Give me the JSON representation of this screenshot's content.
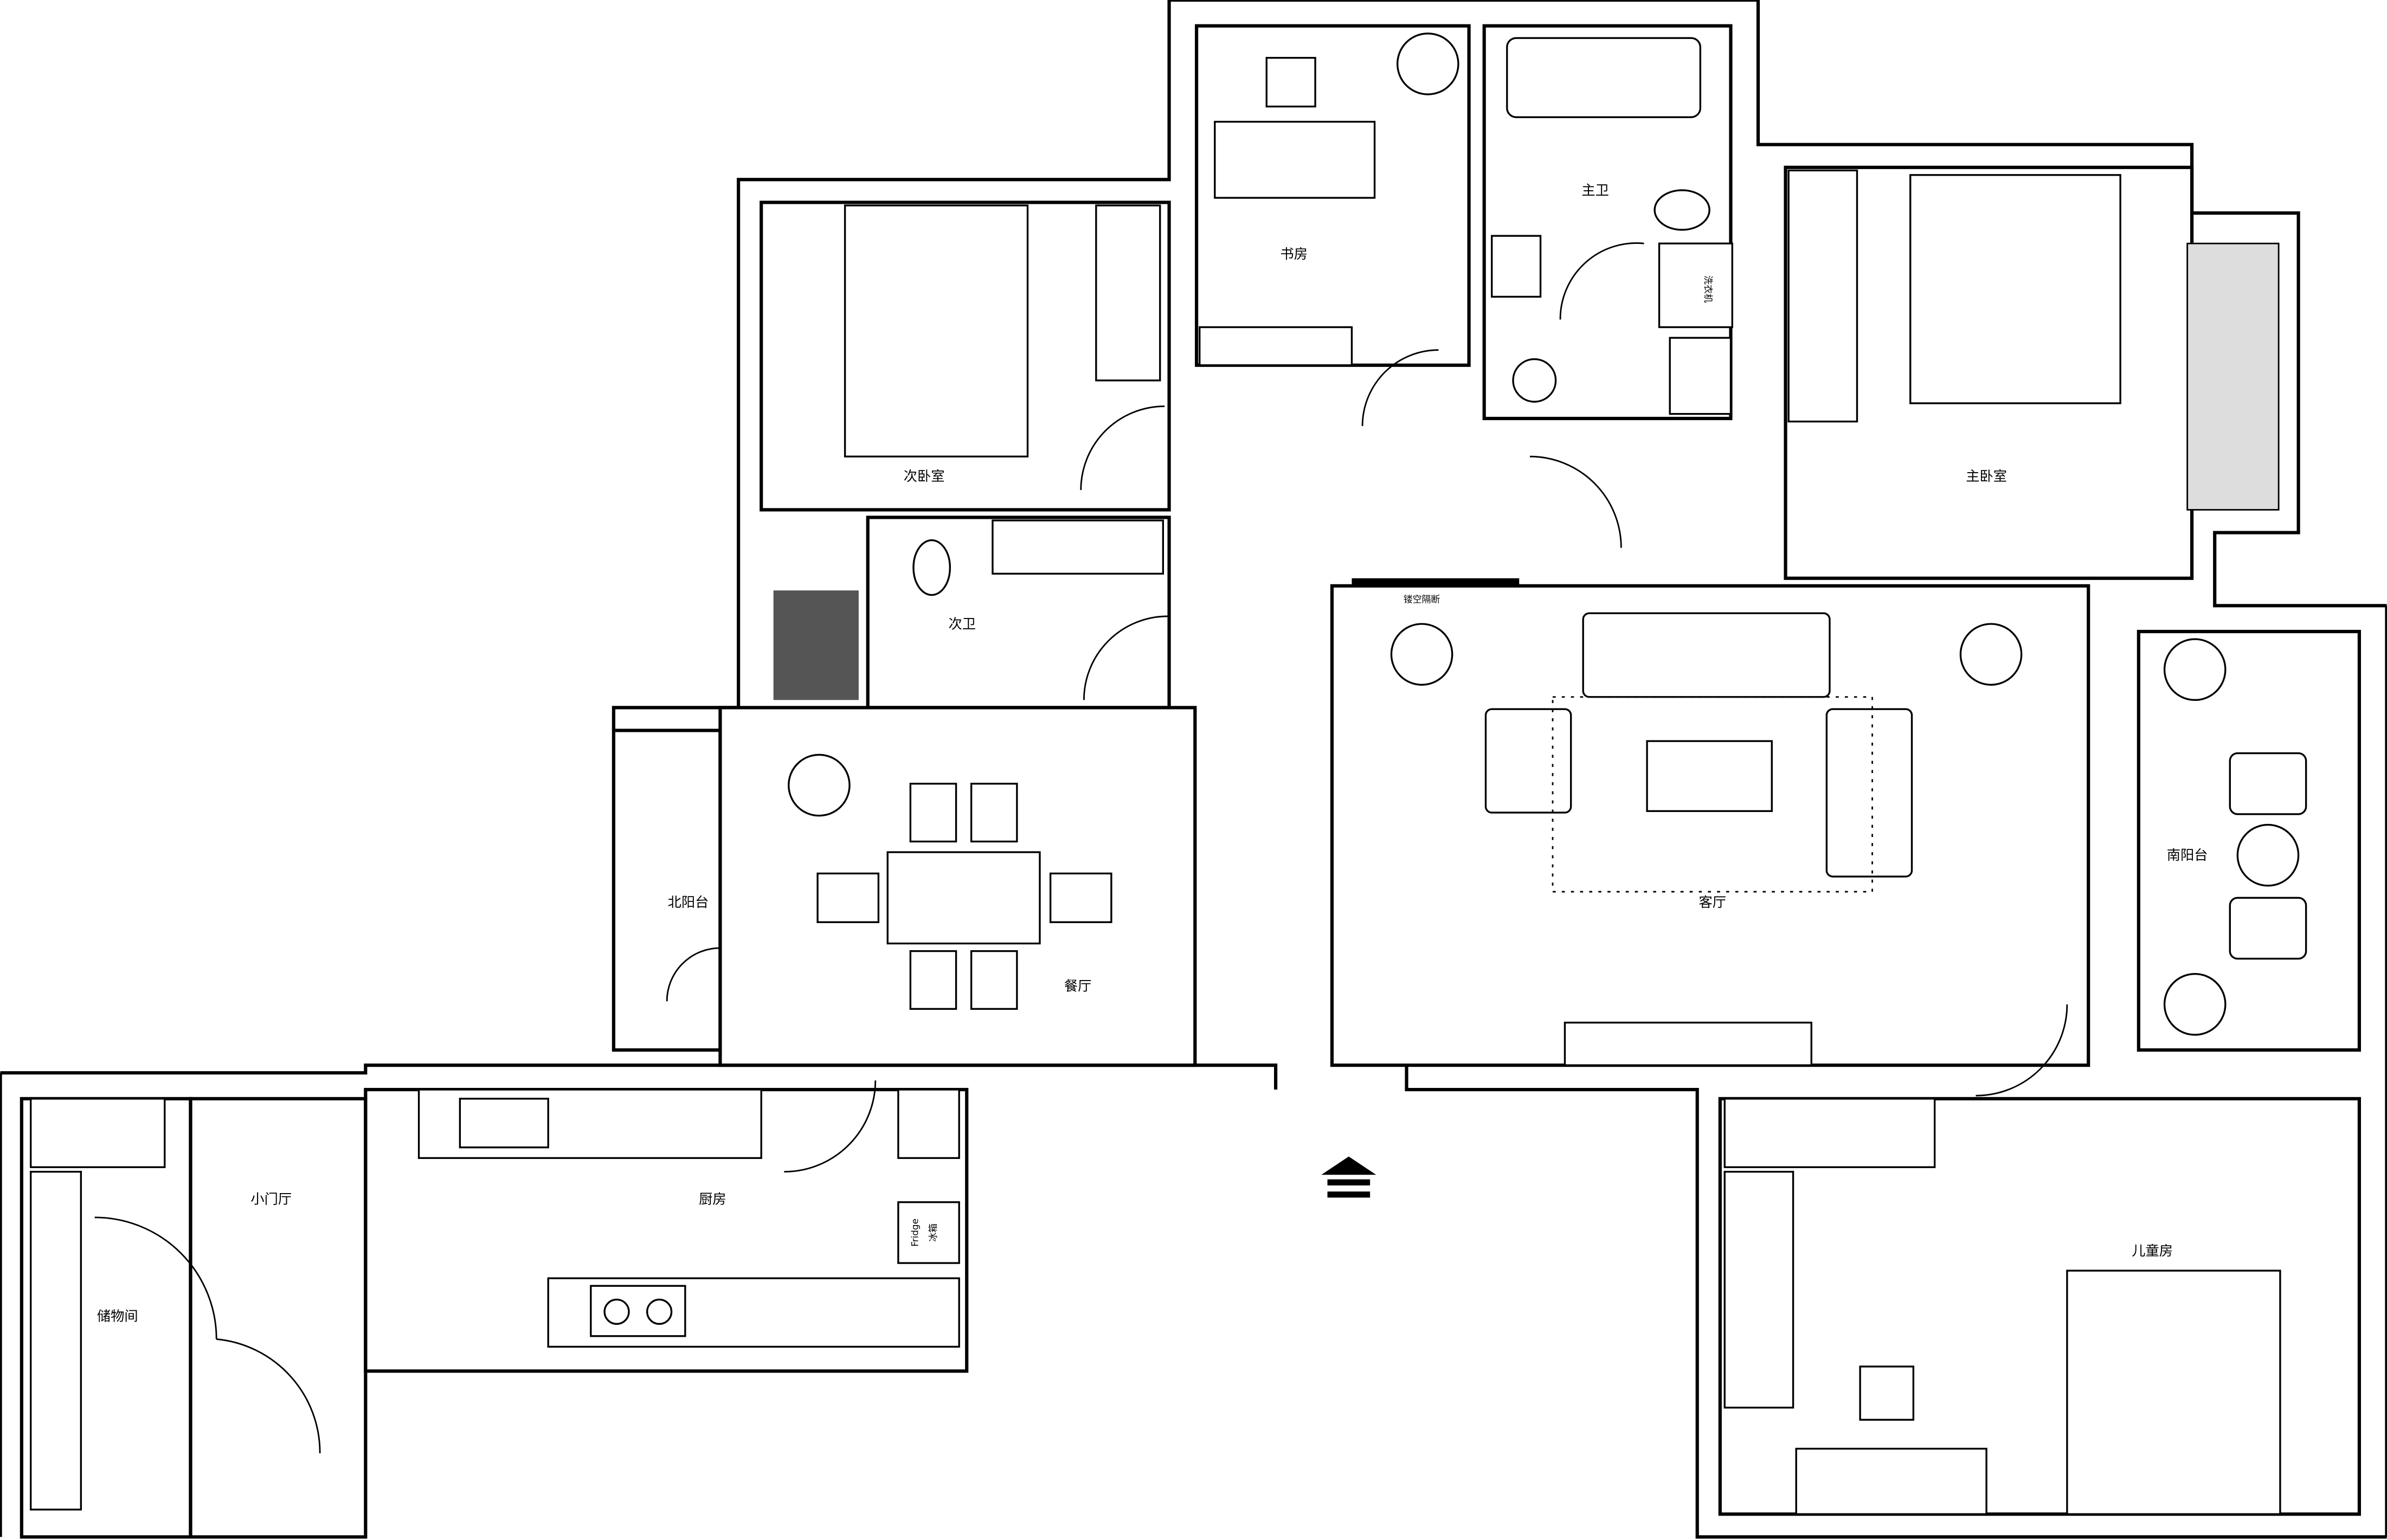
{
  "plan": {
    "rooms": {
      "study": "书房",
      "master_bath": "主卫",
      "master_bedroom": "主卧室",
      "second_bedroom": "次卧室",
      "second_bath": "次卫",
      "partition": "镂空隔断",
      "living_room": "客厅",
      "south_balcony": "南阳台",
      "north_balcony": "北阳台",
      "dining": "餐厅",
      "foyer": "小门厅",
      "kitchen": "厨房",
      "storage": "储物间",
      "children_room": "儿童房"
    },
    "appliances": {
      "washer": "洗衣机",
      "fridge_en": "Fridge",
      "fridge_cn": "冰箱"
    }
  }
}
